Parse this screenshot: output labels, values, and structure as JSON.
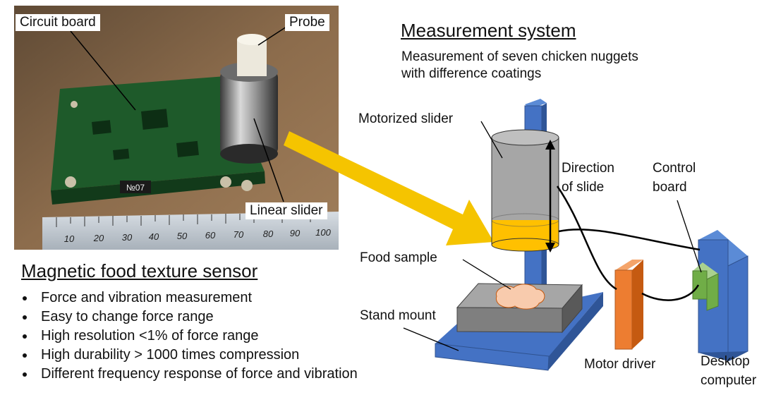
{
  "photo": {
    "labels": {
      "circuit_board": "Circuit board",
      "probe": "Probe",
      "linear_slider": "Linear slider"
    },
    "board_mark": "№07",
    "ruler_marks": [
      "10",
      "20",
      "30",
      "40",
      "50",
      "60",
      "70",
      "80",
      "90",
      "100"
    ]
  },
  "sensor": {
    "title": "Magnetic food texture sensor",
    "features": [
      "Force and vibration measurement",
      "Easy to change force range",
      "High resolution <1% of force range",
      "High durability > 1000 times compression",
      "Different frequency response of force and vibration"
    ]
  },
  "system": {
    "title": "Measurement system",
    "subtitle_line1": "Measurement of seven chicken nuggets",
    "subtitle_line2": "with difference coatings",
    "labels": {
      "motorized_slider": "Motorized slider",
      "direction_line1": "Direction",
      "direction_line2": "of slide",
      "control_line1": "Control",
      "control_line2": "board",
      "food_sample": "Food sample",
      "stand_mount": "Stand mount",
      "motor_driver": "Motor driver",
      "desktop_line1": "Desktop",
      "desktop_line2": "computer"
    }
  },
  "colors": {
    "arrow": "#f5c400",
    "stand_blue": "#4472c4",
    "slider_gray": "#a6a6a6",
    "slider_yellow": "#ffc000",
    "motor_driver": "#ed7d31",
    "control_board": "#70ad47",
    "food": "#f8cbad"
  }
}
